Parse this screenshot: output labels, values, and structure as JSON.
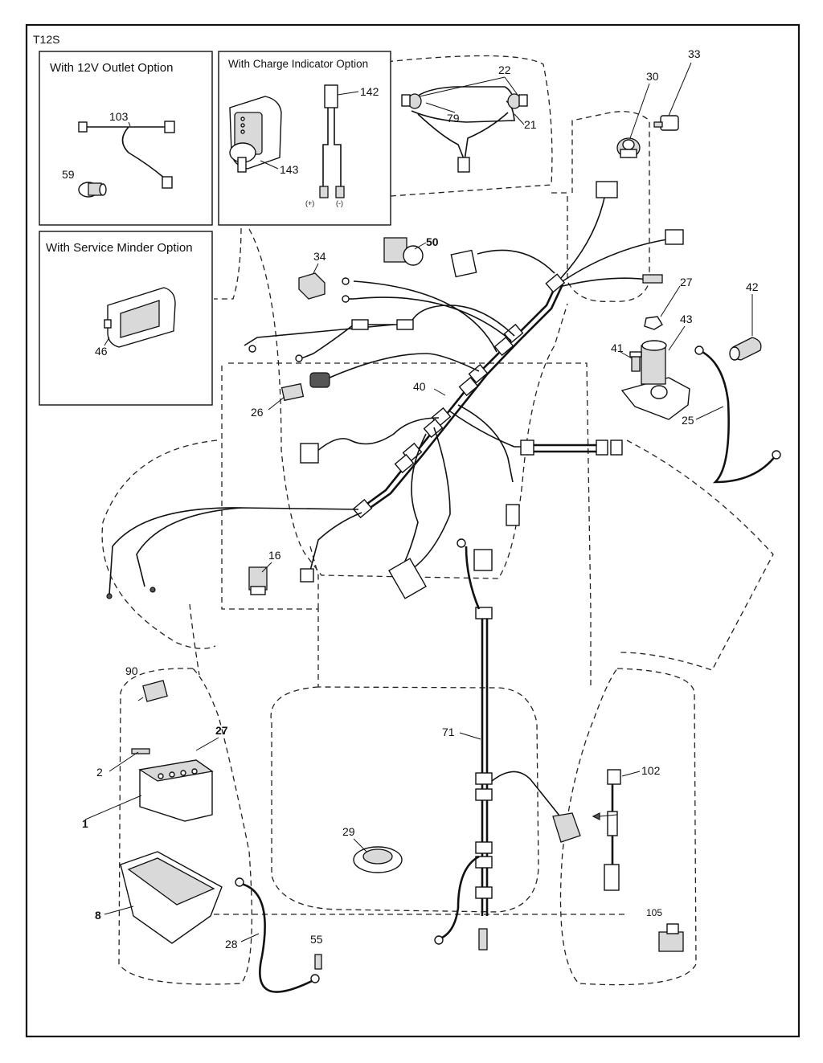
{
  "diagram": {
    "code": "T12S",
    "insets": {
      "outlet_12v": "With 12V Outlet Option",
      "charge_indicator": "With Charge Indicator Option",
      "service_minder": "With Service Minder Option"
    },
    "polarity": {
      "positive": "(+)",
      "negative": "(-)"
    },
    "callouts": {
      "c1": "1",
      "c2": "2",
      "c8": "8",
      "c16": "16",
      "c21": "21",
      "c22": "22",
      "c25": "25",
      "c26": "26",
      "c27a": "27",
      "c27b": "27",
      "c28": "28",
      "c29": "29",
      "c30": "30",
      "c33": "33",
      "c34": "34",
      "c40": "40",
      "c41": "41",
      "c42": "42",
      "c43": "43",
      "c46": "46",
      "c50": "50",
      "c55": "55",
      "c59": "59",
      "c71": "71",
      "c79": "79",
      "c90": "90",
      "c102": "102",
      "c103": "103",
      "c105": "105",
      "c142": "142",
      "c143": "143"
    }
  }
}
